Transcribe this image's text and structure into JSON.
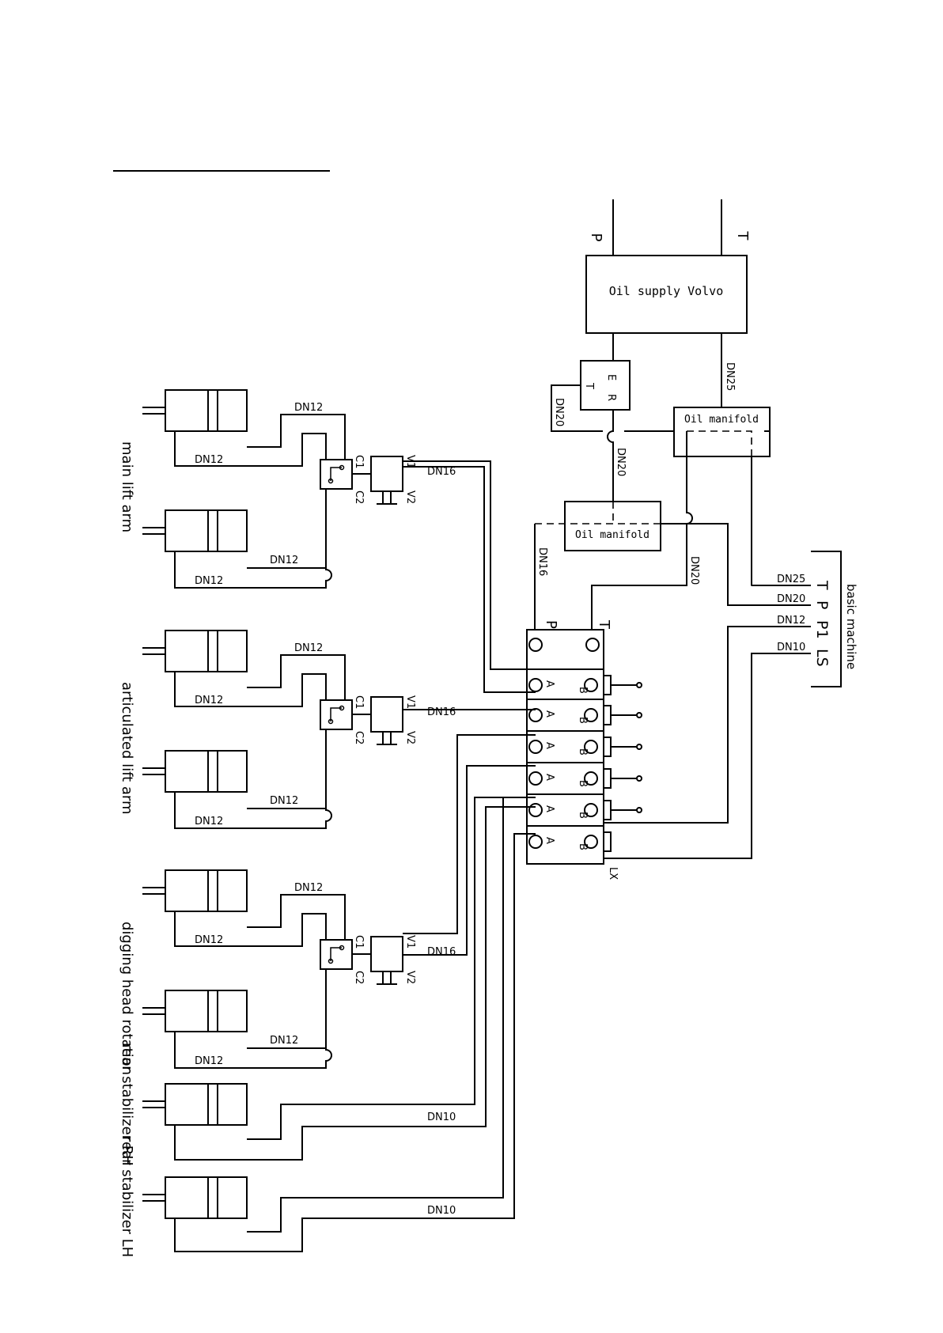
{
  "supply": {
    "label": "Oil supply Volvo",
    "port_p": "P",
    "port_t": "T",
    "tank_line": "DN25"
  },
  "ert": {
    "e": "E",
    "r": "R",
    "t": "T",
    "line_left": "DN20",
    "line_down": "DN20"
  },
  "manifold_1": "Oil manifold",
  "manifold_2": "Oil manifold",
  "lines": {
    "p_feed": "DN16",
    "p_feed2": "DN20"
  },
  "valve_block": {
    "port_p": "P",
    "port_t": "T",
    "a": "A",
    "b": "B",
    "lx": "LX"
  },
  "basic_machine": {
    "label": "basic machine",
    "ports": [
      "T",
      "P",
      "P1",
      "LS"
    ],
    "lines": [
      "DN25",
      "DN20",
      "DN12",
      "DN10"
    ]
  },
  "groups": [
    {
      "label": "main lift arm",
      "line_a": "DN12",
      "line_b": "DN12",
      "line_c": "DN12",
      "line_d": "DN12",
      "main_line": "DN16",
      "c1": "C1",
      "c2": "C2",
      "v1": "V1",
      "v2": "V2"
    },
    {
      "label": "articulated lift arm",
      "line_a": "DN12",
      "line_b": "DN12",
      "line_c": "DN12",
      "line_d": "DN12",
      "main_line": "DN16",
      "c1": "C1",
      "c2": "C2",
      "v1": "V1",
      "v2": "V2"
    },
    {
      "label": "digging head rotation",
      "line_a": "DN12",
      "line_b": "DN12",
      "line_c": "DN12",
      "line_d": "DN12",
      "main_line": "DN16",
      "c1": "C1",
      "c2": "C2",
      "v1": "V1",
      "v2": "V2"
    }
  ],
  "stabilizers": [
    {
      "label": "rear stabilizer RH",
      "line": "DN10"
    },
    {
      "label": "rear stabilizer LH",
      "line": "DN10"
    }
  ]
}
